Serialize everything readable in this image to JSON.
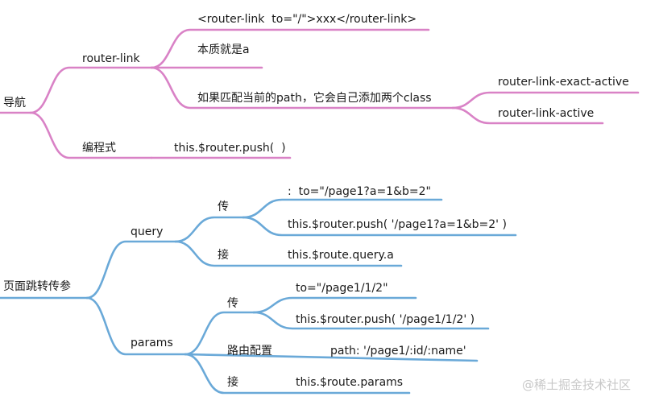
{
  "colors": {
    "nav_branch": "#d982c6",
    "jump_branch": "#6aa9d8",
    "text": "#1a1a1a",
    "watermark": "#c8c8c8"
  },
  "nav": {
    "root": "导航",
    "router_link": {
      "label": "router-link",
      "syntax": "<router-link  to=\"/\">xxx</router-link>",
      "essence": "本质就是a",
      "match_note": "如果匹配当前的path，它会自己添加两个class",
      "classes": [
        "router-link-exact-active",
        "router-link-active"
      ]
    },
    "programmatic": {
      "label": "编程式",
      "call": "this.$router.push(  )"
    }
  },
  "jump": {
    "root": "页面跳转传参",
    "query": {
      "label": "query",
      "pass_label": "传",
      "pass_items": [
        ":  to=\"/page1?a=1&b=2\"",
        "this.$router.push( '/page1?a=1&b=2' )"
      ],
      "receive_label": "接",
      "receive_value": "this.$route.query.a"
    },
    "params": {
      "label": "params",
      "pass_label": "传",
      "pass_items": [
        "to=\"/page1/1/2\"",
        "this.$router.push( '/page1/1/2' )"
      ],
      "route_config_label": "路由配置",
      "route_config_value": "path: '/page1/:id/:name'",
      "receive_label": "接",
      "receive_value": "this.$route.params"
    }
  },
  "watermark": "@稀土掘金技术社区"
}
